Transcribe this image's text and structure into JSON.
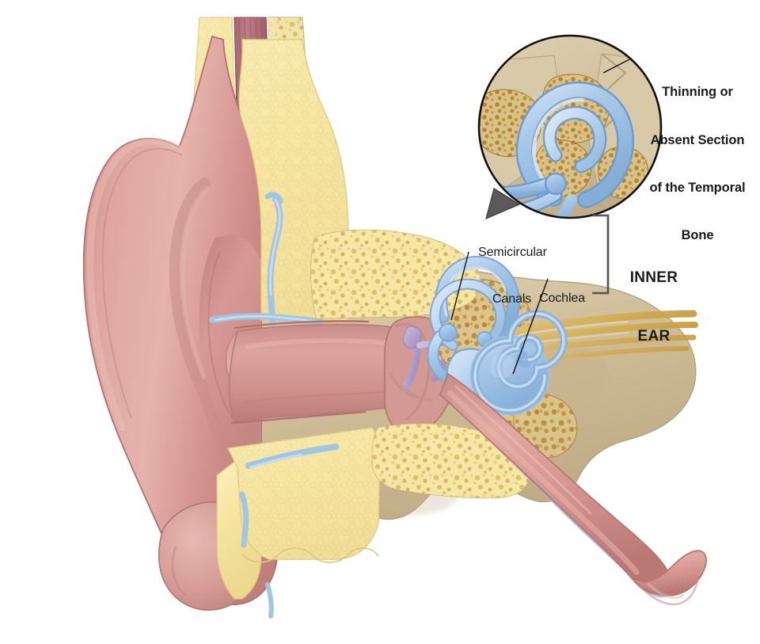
{
  "illustration": {
    "title": "Cross-section of the human ear",
    "background_color": "#ffffff"
  },
  "labels": {
    "callout": {
      "line1": "Thinning or",
      "line2": "Absent Section",
      "line3": "of the Temporal",
      "line4": "Bone"
    },
    "semicircular_canals": {
      "line1": "Semicircular",
      "line2": "Canals"
    },
    "cochlea": {
      "line1": "Cochlea"
    },
    "inner_ear": {
      "line1": "INNER",
      "line2": "EAR"
    }
  },
  "palette": {
    "skin_pink": "#dca19c",
    "skin_pink_dark": "#c4837f",
    "skin_pink_light": "#e8b8b2",
    "cartilage_outline": "#b5706c",
    "fat_yellow": "#f6e7a8",
    "fat_yellow_dark": "#e8d488",
    "muscle_red": "#b07078",
    "muscle_red_dark": "#96545e",
    "bone_tan": "#d6c6a4",
    "bone_tan_dark": "#c2ad86",
    "marrow_gold": "#c49a48",
    "canal_blue": "#a9c9e9",
    "canal_blue_dark": "#7fa8d4",
    "vessel_blue": "#9cc2e0",
    "ossicle_purple": "#b9a6cf",
    "nerve_gold": "#d8b258",
    "label_black": "#1a1a1a",
    "bracket_gray": "#555555",
    "leader_line": "#1a1a1a",
    "inset_ring": "#111111",
    "pointer_gray": "#5a5a5a"
  },
  "chart_data": {
    "type": "diagram",
    "title": "Human Ear Cross-Section with Temporal Bone Dehiscence",
    "annotations": [
      "Thinning or Absent Section of the Temporal Bone",
      "Semicircular Canals",
      "Cochlea",
      "INNER EAR"
    ]
  }
}
